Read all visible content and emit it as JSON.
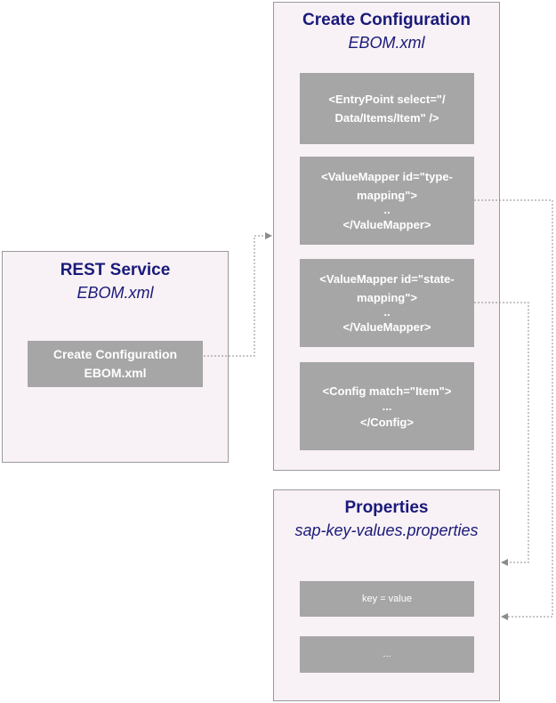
{
  "rest_panel": {
    "title": "REST Service",
    "subtitle": "EBOM.xml",
    "box": {
      "line1": "Create Configuration",
      "line2": "EBOM.xml"
    }
  },
  "config_panel": {
    "title": "Create Configuration",
    "subtitle": "EBOM.xml",
    "entry_point": {
      "line1": "<EntryPoint select=\"/",
      "line2": "Data/Items/Item\" />"
    },
    "type_mapper": {
      "line1": "<ValueMapper id=\"type-",
      "line2": "mapping\">",
      "line3": "..",
      "line4": "</ValueMapper>"
    },
    "state_mapper": {
      "line1": "<ValueMapper id=\"state-",
      "line2": "mapping\">",
      "line3": "..",
      "line4": "</ValueMapper>"
    },
    "config_match": {
      "line1": "<Config match=\"Item\">",
      "line2": "...",
      "line3": "</Config>"
    }
  },
  "properties_panel": {
    "title": "Properties",
    "subtitle": "sap-key-values.properties",
    "key_value": "key = value",
    "ellipsis": "..."
  },
  "colors": {
    "panel_fill": "#f8f1f5",
    "panel_border": "#9a9a9a",
    "box_fill": "#a6a6a6",
    "title_text": "#1a1a7a",
    "connector": "#8c8c8c"
  }
}
